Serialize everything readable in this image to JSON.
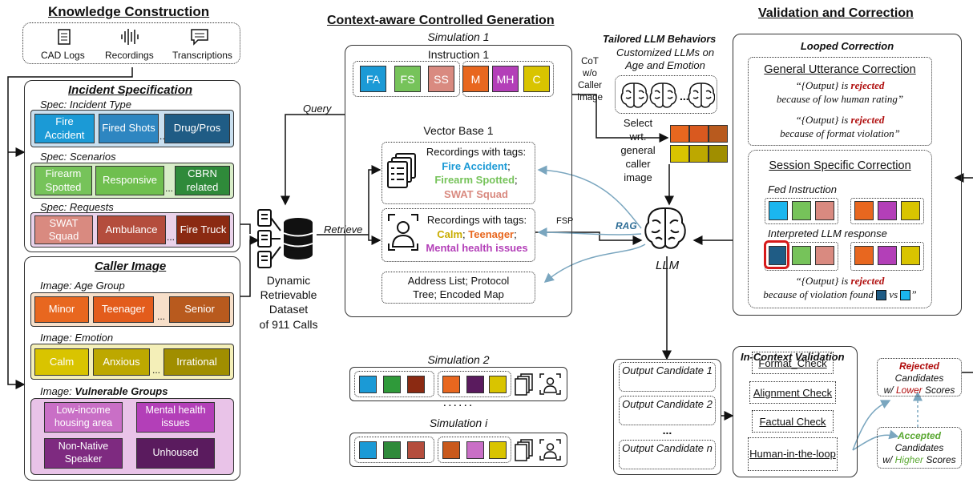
{
  "colors": {
    "blue": "#1b9ad6",
    "mid_blue": "#2e86c1",
    "navy": "#1f5c85",
    "green": "#76c35a",
    "dark_green": "#2f8a3a",
    "salmon": "#d98a80",
    "orange": "#e8671f",
    "burnt": "#b85a1e",
    "purple": "#b33fb8",
    "dark_purple": "#5a1b5e",
    "yellow": "#d9c400",
    "olive": "#bda800",
    "dark_red": "#8b2a12",
    "red_text": "#b00d0d",
    "green_text": "#5aa832"
  },
  "left": {
    "title": "Knowledge Construction",
    "sources": [
      "CAD Logs",
      "Recordings",
      "Transcriptions"
    ],
    "incident_title": "Incident Specification",
    "spec_type": "Spec: Incident Type",
    "spec_type_items": [
      "Fire Accident",
      "Fired Shots",
      "Drug/Pros"
    ],
    "spec_scen": "Spec: Scenarios",
    "spec_scen_items": [
      "Firearm Spotted",
      "Responsive",
      "CBRN related"
    ],
    "spec_req": "Spec: Requests",
    "spec_req_items": [
      "SWAT Squad",
      "Ambulance",
      "Fire Truck"
    ],
    "caller_title": "Caller Image",
    "age": "Image: Age Group",
    "age_items": [
      "Minor",
      "Teenager",
      "Senior"
    ],
    "emotion": "Image: Emotion",
    "emotion_items": [
      "Calm",
      "Anxious",
      "Irrational"
    ],
    "vuln_prefix": "Image: ",
    "vuln_bold": "Vulnerable Groups",
    "vuln_items": [
      "Low-income housing area",
      "Mental health issues",
      "Non-Native Speaker",
      "Unhoused"
    ],
    "ellipsis": "..."
  },
  "dataset": {
    "lines": [
      "Dynamic",
      "Retrievable",
      "Dataset",
      "of 911 Calls"
    ]
  },
  "middle": {
    "title": "Context-aware Controlled Generation",
    "query": "Query",
    "retrieve": "Retrieve",
    "sim1": "Simulation 1",
    "instruction": "Instruction 1",
    "tags": [
      "FA",
      "FS",
      "SS",
      "M",
      "MH",
      "C"
    ],
    "vector_base": "Vector Base 1",
    "rec1_head": "Recordings with tags:",
    "rec1_a": "Fire Accident",
    "rec1_b": "Firearm Spotted",
    "rec1_c": "SWAT Squad",
    "rec2_head": "Recordings with tags:",
    "rec2_a": "Calm",
    "rec2_b": "Teenager",
    "rec2_c": "Mental health issues",
    "semi": ";",
    "address": "Address List; Protocol Tree; Encoded Map",
    "sim2": "Simulation 2",
    "dots": "......",
    "simi": "Simulation i"
  },
  "llm": {
    "tailored": "Tailored LLM Behaviors",
    "customized": "Customized LLMs on Age and Emotion",
    "dots": "...",
    "cot": "CoT w/o Caller Image",
    "select": "Select wrt. general caller image",
    "fsp": "FSP",
    "rag": "RAG",
    "label": "LLM",
    "candidates": [
      "Output Candidate 1",
      "Output Candidate 2",
      "Output Candidate n"
    ],
    "cand_dots": "..."
  },
  "right": {
    "title": "Validation and Correction",
    "looped": "Looped Correction",
    "general": "General Utterance Correction",
    "g1_pre": "“{Output} is ",
    "g1_bold": "rejected",
    "g1_post": "because of low human rating”",
    "g2_pre": "“{Output} is ",
    "g2_bold": "rejected",
    "g2_post": "because of format violation”",
    "session": "Session Specific Correction",
    "fed": "Fed Instruction",
    "interpreted": "Interpreted LLM response",
    "s_pre": "“{Output} is ",
    "s_bold": "rejected",
    "s_post": "because of violation found",
    "s_vs": "vs",
    "s_end": "”",
    "icv": "In-Context Validation",
    "checks": [
      "Format_Check",
      "Alignment Check",
      "Factual Check",
      "Human-in-the-loop"
    ],
    "rejected": "Rejected",
    "rej_cand": "Candidates",
    "rej_w": "w/ ",
    "rej_score": "Lower",
    "rej_scores": " Scores",
    "accepted": "Accepted",
    "acc_cand": "Candidates",
    "acc_w": "w/ ",
    "acc_score": "Higher",
    "acc_scores": " Scores"
  }
}
